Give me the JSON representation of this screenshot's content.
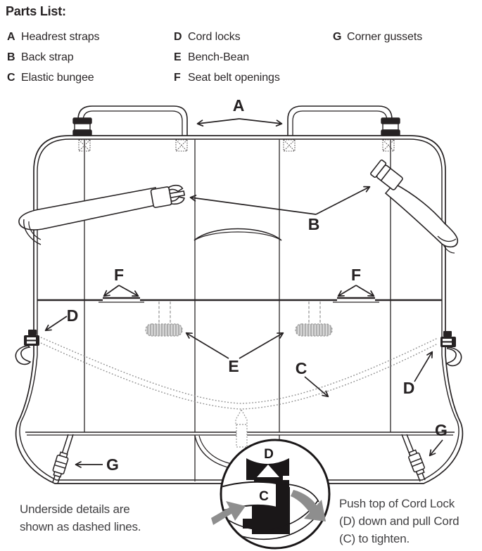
{
  "header": {
    "title": "Parts List:"
  },
  "parts_list": {
    "columns": [
      {
        "items": [
          {
            "key": "A",
            "label": "Headrest straps"
          },
          {
            "key": "B",
            "label": "Back strap"
          },
          {
            "key": "C",
            "label": "Elastic bungee"
          }
        ]
      },
      {
        "items": [
          {
            "key": "D",
            "label": "Cord locks"
          },
          {
            "key": "E",
            "label": "Bench-Bean"
          },
          {
            "key": "F",
            "label": "Seat belt openings"
          }
        ]
      },
      {
        "items": [
          {
            "key": "G",
            "label": "Corner gussets"
          }
        ]
      }
    ]
  },
  "diagram": {
    "callouts": {
      "a": "A",
      "b": "B",
      "c": "C",
      "d_left": "D",
      "d_right": "D",
      "e": "E",
      "f_left": "F",
      "f_right": "F",
      "g_left": "G",
      "g_right": "G"
    },
    "inset": {
      "d_label": "D",
      "c_label": "C"
    }
  },
  "notes": {
    "underside": {
      "line1": "Underside details are",
      "line2": "shown as dashed lines."
    },
    "cordlock": {
      "line1": "Push top of Cord Lock",
      "line2": "(D) down and pull Cord",
      "line3": "(C) to tighten."
    }
  },
  "colors": {
    "ink": "#262223",
    "gray_arrow": "#8e8e8e",
    "dashed_gray": "#9a9a9a",
    "caption_text": "#414042",
    "stipple_fill": "#d8d8d8"
  }
}
